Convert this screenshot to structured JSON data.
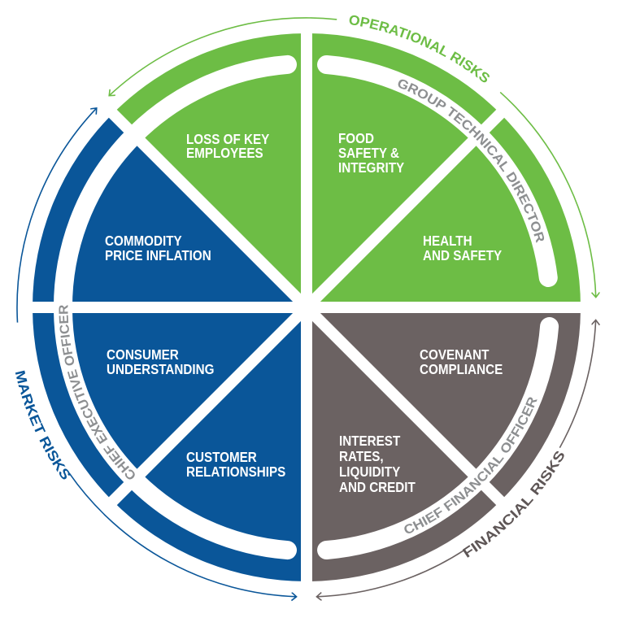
{
  "colors": {
    "operational": "#6dbd45",
    "financial": "#6b6262",
    "market": "#0a5699",
    "track_text": "#8d8f91",
    "financial_label": "#5e5656"
  },
  "risk_groups": {
    "operational": "OPERATIONAL RISKS",
    "financial": "FINANCIAL RISKS",
    "market": "MARKET RISKS"
  },
  "owners": {
    "operational": "GROUP TECHNICAL DIRECTOR",
    "financial": "CHIEF FINANCIAL OFFICER",
    "market": "CHIEF EXECUTIVE OFFICER"
  },
  "wedges": {
    "loss_of_key_employees": {
      "group": "operational",
      "lines": [
        "LOSS OF KEY",
        "EMPLOYEES"
      ]
    },
    "food_safety": {
      "group": "operational",
      "lines": [
        "FOOD",
        "SAFETY &",
        "INTEGRITY"
      ]
    },
    "health_safety": {
      "group": "operational",
      "lines": [
        "HEALTH",
        "AND SAFETY"
      ]
    },
    "covenant_compliance": {
      "group": "financial",
      "lines": [
        "COVENANT",
        "COMPLIANCE"
      ]
    },
    "interest_rates": {
      "group": "financial",
      "lines": [
        "INTEREST",
        "RATES,",
        "LIQUIDITY",
        "AND CREDIT"
      ]
    },
    "customer_relationships": {
      "group": "market",
      "lines": [
        "CUSTOMER",
        "RELATIONSHIPS"
      ]
    },
    "consumer_understanding": {
      "group": "market",
      "lines": [
        "CONSUMER",
        "UNDERSTANDING"
      ]
    },
    "commodity_price_inflation": {
      "group": "market",
      "lines": [
        "COMMODITY",
        "PRICE INFLATION"
      ]
    }
  }
}
